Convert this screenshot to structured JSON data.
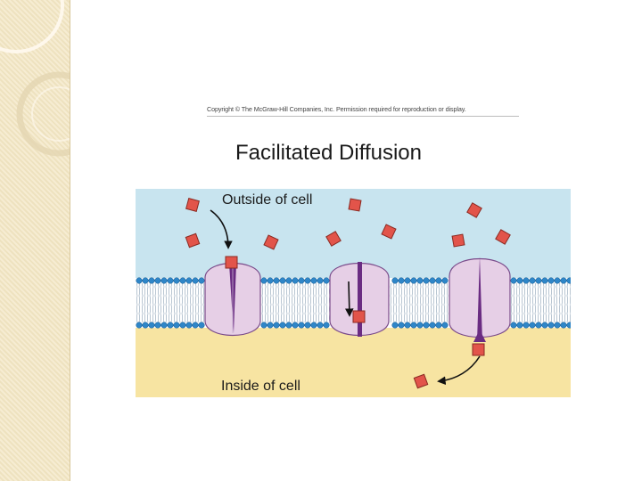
{
  "slide": {
    "copyright": "Copyright © The McGraw-Hill Companies, Inc. Permission required for reproduction or display.",
    "title": "Facilitated Diffusion"
  },
  "diagram": {
    "label_outside": "Outside of cell",
    "label_inside": "Inside of cell",
    "colors": {
      "outside": "#c8e4ef",
      "inside": "#f7e4a2",
      "protein": "#e6cfe6",
      "channel": "#6a2c82",
      "molecule": "#e2544a",
      "lipid_head": "#2f86c8"
    }
  },
  "icons": [
    "decorative-rings-icon",
    "arrow-icon"
  ]
}
